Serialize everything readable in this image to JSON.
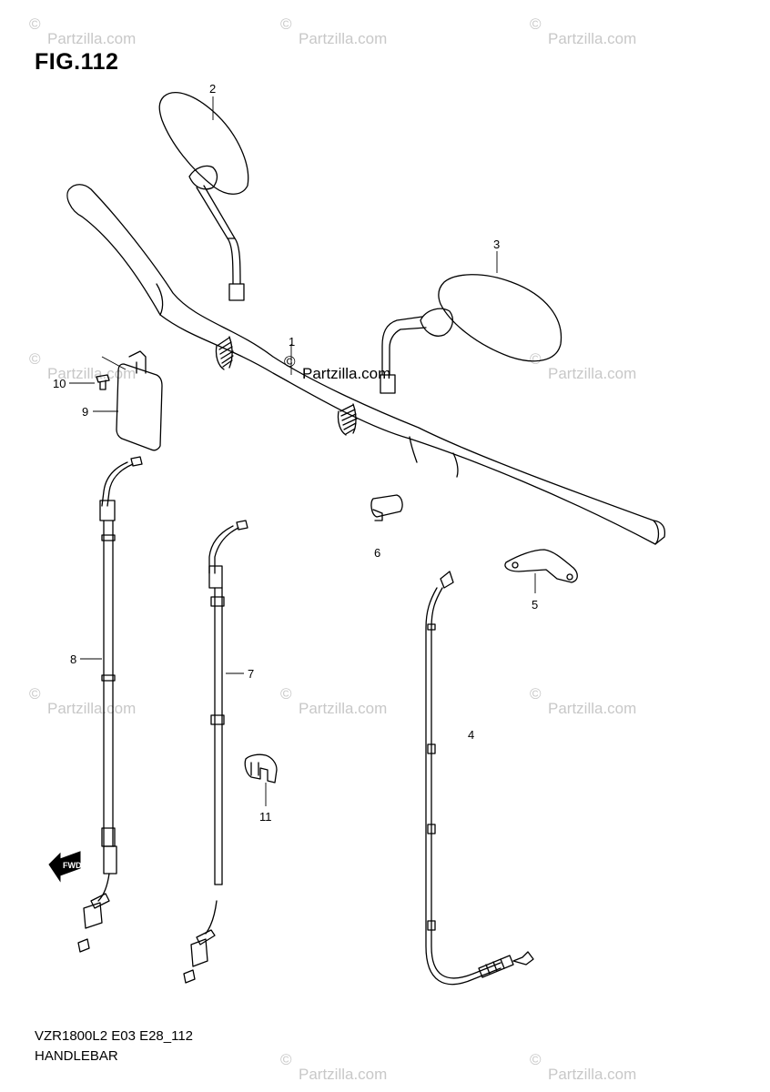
{
  "figure": {
    "title": "FIG.112",
    "footer_code": "VZR1800L2 E03 E28_112",
    "footer_name": "HANDLEBAR",
    "fwd_mark": "FWD"
  },
  "watermark": {
    "text": "Partzilla.com",
    "symbol": "©"
  },
  "callouts": [
    {
      "id": "1",
      "label": "1"
    },
    {
      "id": "2",
      "label": "2"
    },
    {
      "id": "3",
      "label": "3"
    },
    {
      "id": "4",
      "label": "4"
    },
    {
      "id": "5",
      "label": "5"
    },
    {
      "id": "6",
      "label": "6"
    },
    {
      "id": "7",
      "label": "7"
    },
    {
      "id": "8",
      "label": "8"
    },
    {
      "id": "9",
      "label": "9"
    },
    {
      "id": "10",
      "label": "10"
    },
    {
      "id": "11",
      "label": "11"
    }
  ]
}
